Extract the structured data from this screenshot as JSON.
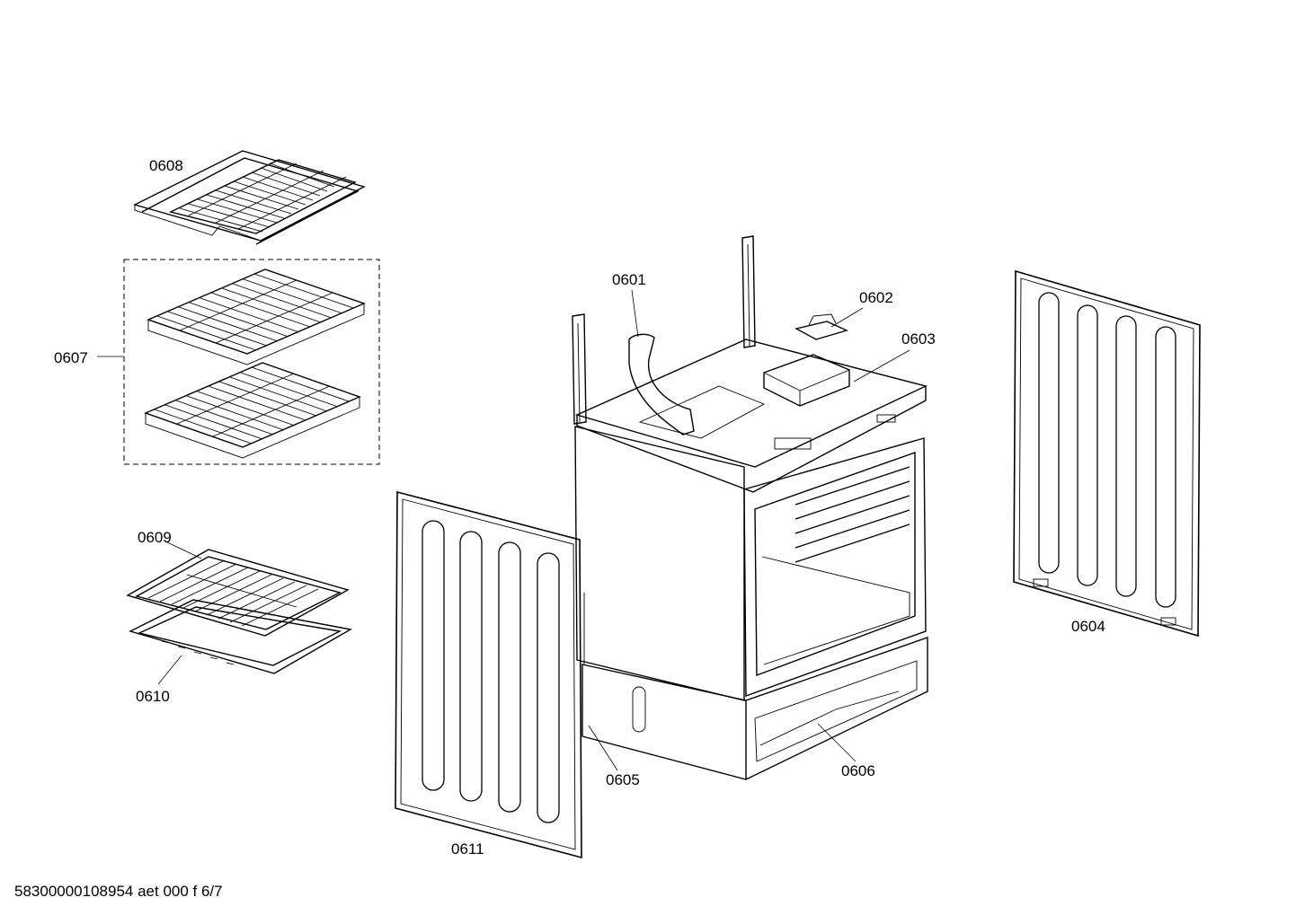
{
  "diagram": {
    "parts": [
      {
        "id": "0601"
      },
      {
        "id": "0602"
      },
      {
        "id": "0603"
      },
      {
        "id": "0604"
      },
      {
        "id": "0605"
      },
      {
        "id": "0606"
      },
      {
        "id": "0607"
      },
      {
        "id": "0608"
      },
      {
        "id": "0609"
      },
      {
        "id": "0610"
      },
      {
        "id": "0611"
      }
    ],
    "footer": "58300000108954 aet 000 f 6/7"
  }
}
